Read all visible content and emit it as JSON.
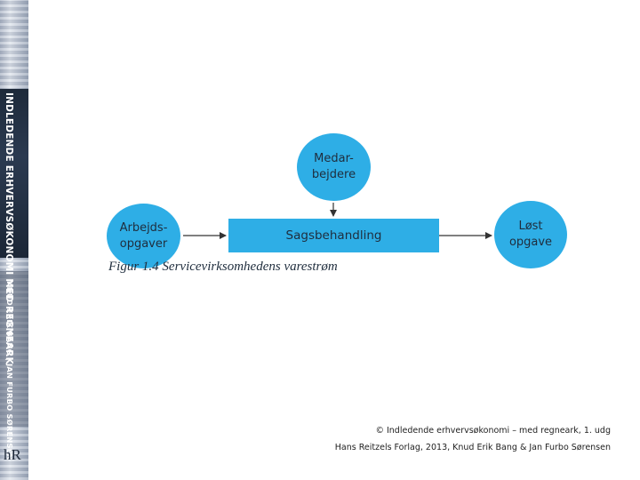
{
  "spine": {
    "title": "INDLEDENDE ERHVERVSØKONOMI MED REGNEARK",
    "authors": "KNUD ERIK BANG | JAN FURBO SØRENSEN",
    "publisher_mark": "hR"
  },
  "diagram": {
    "input_node": [
      "Arbejds-",
      "opgaver"
    ],
    "resource_node": [
      "Medar-",
      "bejdere"
    ],
    "output_node": [
      "Løst",
      "opgave"
    ],
    "process_box": "Sagsbehandling",
    "caption": "Figur 1.4 Servicevirksomhedens varestrøm"
  },
  "footer": {
    "line1": "© Indledende erhvervsøkonomi – med regneark, 1. udg",
    "line2": "Hans Reitzels Forlag, 2013, Knud Erik Bang & Jan Furbo Sørensen"
  },
  "colors": {
    "node_fill": "#2eaee6",
    "text": "#1f2d3d"
  }
}
